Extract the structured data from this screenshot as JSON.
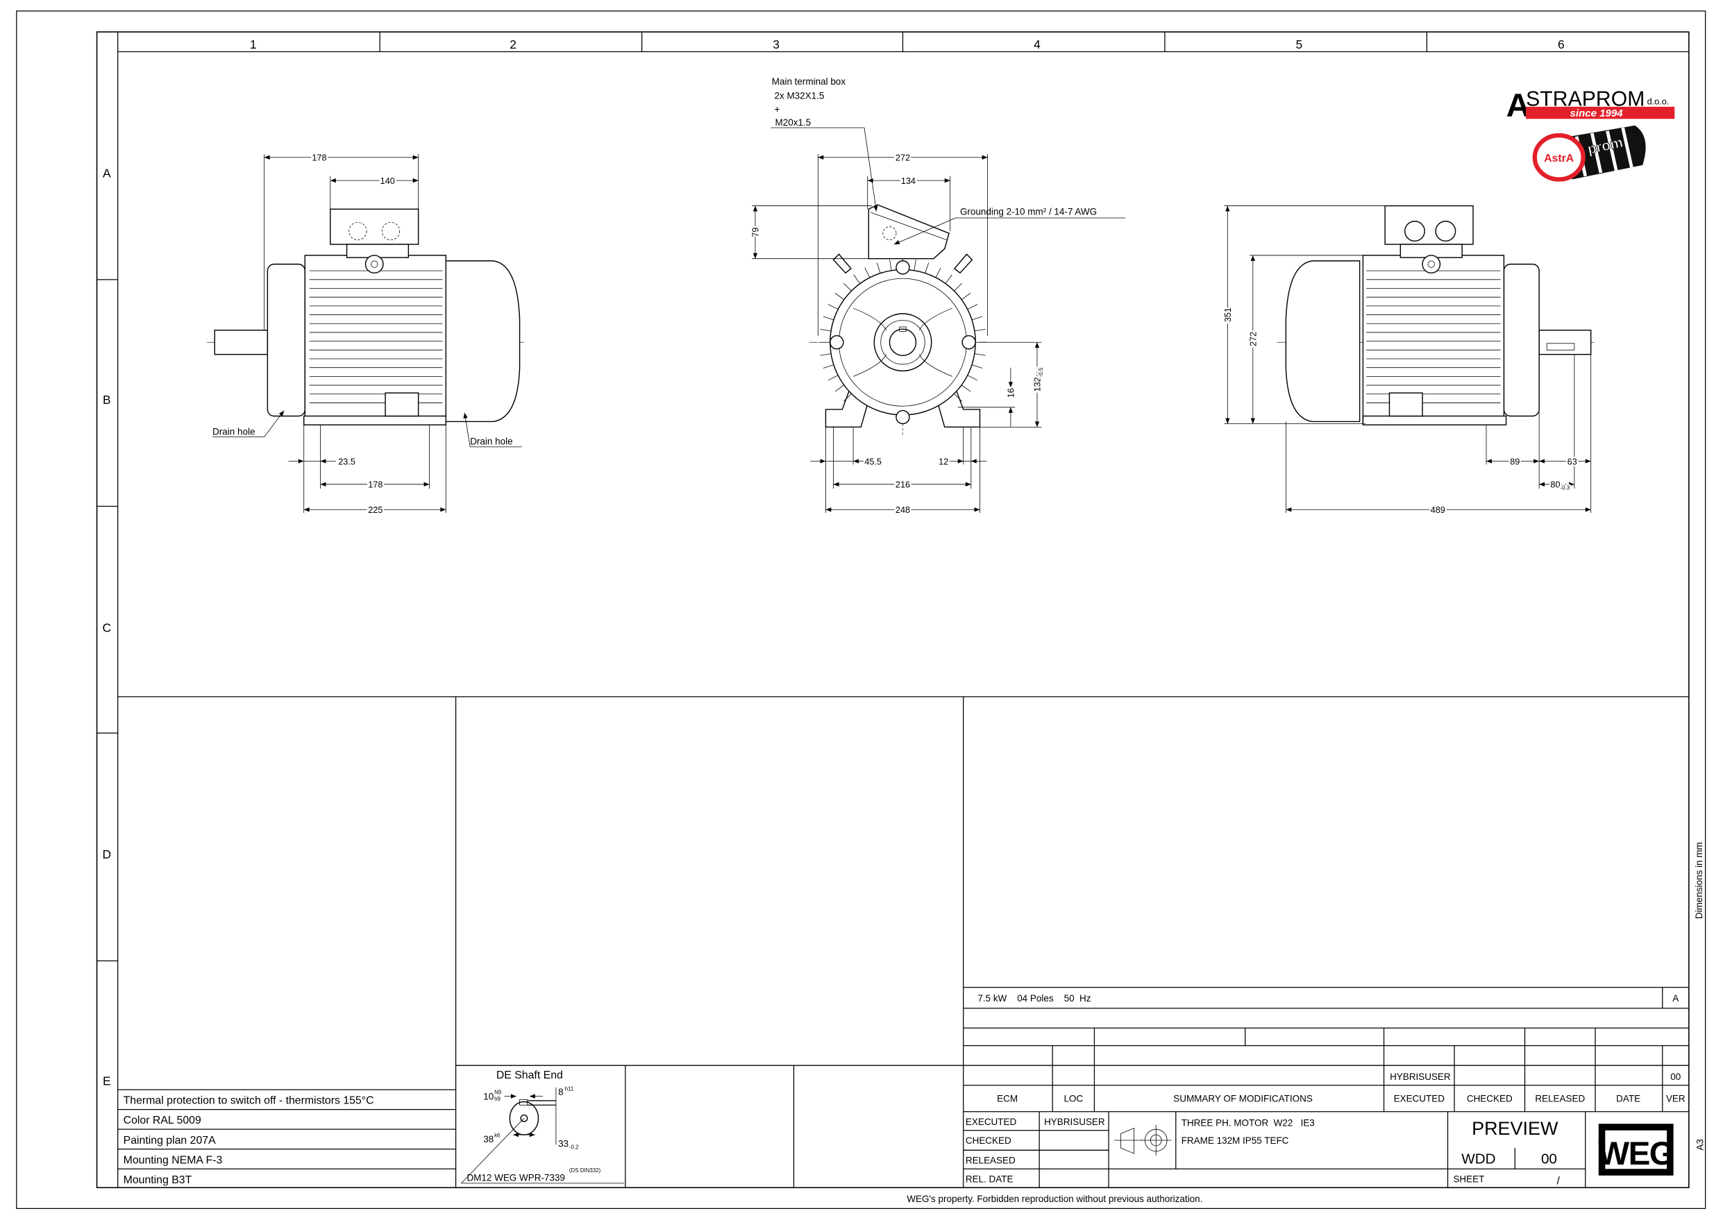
{
  "frame": {
    "columns": [
      "1",
      "2",
      "3",
      "4",
      "5",
      "6"
    ],
    "rows": [
      "A",
      "B",
      "C",
      "D",
      "E"
    ]
  },
  "side_note": "Dimensions in mm",
  "sheet_size": "A3",
  "footer": "WEG's property. Forbidden reproduction without previous authorization.",
  "logo": {
    "name": "STRAPROM",
    "initial": "A",
    "suffix": "d.o.o.",
    "tagline": "since 1994",
    "emblem_left": "AstrA",
    "emblem_right": "prom"
  },
  "left_view": {
    "dims": {
      "overall_top": "178",
      "box_width": "140",
      "foot_offset": "23.5",
      "foot_spacing": "178",
      "foot_length": "225"
    },
    "labels": {
      "drain_hole_1": "Drain hole",
      "drain_hole_2": "Drain hole"
    }
  },
  "front_view": {
    "terminal_box_note": [
      "Main terminal box",
      " 2x M32X1.5",
      " +",
      "M20x1.5"
    ],
    "grounding_note": "Grounding 2-10 mm² / 14-7 AWG",
    "dims": {
      "width": "272",
      "box_width": "134",
      "box_height": "79",
      "shaft_height": "132",
      "shaft_height_tol": "-0.5",
      "foot_height": "16",
      "foot_width": "45.5",
      "hole": "12",
      "hole_spacing": "216",
      "base_width": "248"
    }
  },
  "rear_view": {
    "dims": {
      "height": "351",
      "body_height": "272",
      "shaft_shoulder": "89",
      "shaft_length": "63",
      "key_length": "80",
      "key_length_tol": "-0.3",
      "overall_length": "489"
    }
  },
  "notes": [
    "Thermal protection to switch off - thermistors 155°C",
    "Color RAL 5009",
    "Painting plan 207A",
    "Mounting NEMA F-3",
    "Mounting B3T"
  ],
  "shaft_end": {
    "title": "DE Shaft End",
    "key_width": "10",
    "key_width_tol_upper": "N9",
    "key_width_tol_lower": "h9",
    "key_height": "8",
    "key_height_tol": "h11",
    "diameter": "38",
    "diameter_tol": "k6",
    "depth": "33",
    "depth_tol": "-0.2",
    "center_hole": "DM12 WEG WPR-7339",
    "center_hole_std": "(DS DIN332)"
  },
  "title_block": {
    "rating": "7.5 kW    04 Poles    50  Hz",
    "revision_letter": "A",
    "mod_row_executed": "HYBRISUSER",
    "mod_row_ver": "00",
    "headers": [
      "ECM",
      "LOC",
      "SUMMARY OF MODIFICATIONS",
      "EXECUTED",
      "CHECKED",
      "RELEASED",
      "DATE",
      "VER"
    ],
    "approval_labels": [
      "EXECUTED",
      "CHECKED",
      "RELEASED",
      "REL. DATE"
    ],
    "executed_by": "HYBRISUSER",
    "description": [
      "THREE PH. MOTOR  W22   IE3",
      "FRAME 132M IP55 TEFC"
    ],
    "status": "PREVIEW",
    "doc_type": "WDD",
    "version": "00",
    "sheet_label": "SHEET",
    "sheet_value": "/",
    "brand": "WEG"
  }
}
